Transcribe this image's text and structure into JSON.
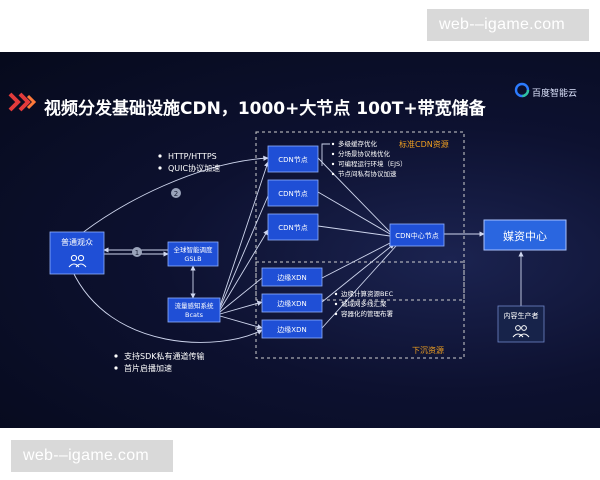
{
  "watermark": {
    "top": "web-–igame.com",
    "bottom": "web-–igame.com"
  },
  "slide": {
    "title": "视频分发基础设施CDN，1000+大节点 100T+带宽储备",
    "brand": "百度智能云"
  },
  "top_notes": [
    "HTTP/HTTPS",
    "QUIC协议加速"
  ],
  "bottom_notes": [
    "支持SDK私有通道传输",
    "首片启播加速"
  ],
  "markers": {
    "one": "1",
    "two": "2"
  },
  "nodes": {
    "viewer": "普通观众",
    "gslb": [
      "全球智能调度",
      "GSLB"
    ],
    "bcats": [
      "流量感知系统",
      "Bcats"
    ],
    "cdn_node": "CDN节点",
    "edge_xdn": "边缘XDN",
    "cdn_center": "CDN中心节点",
    "media_center": "媒资中心",
    "producer": "内容生产者"
  },
  "standard_region": {
    "label": "标准CDN资源",
    "features": [
      "多级缓存优化",
      "分场景协议栈优化",
      "可编程运行环境（EJS）",
      "节点间私有协议加速"
    ]
  },
  "edge_region": {
    "label": "下沉资源",
    "features": [
      "边缘计算资源BEC",
      "城域网多线汇聚",
      "容器化的管理布署"
    ]
  },
  "colors": {
    "node_fill": "#1f4fd6",
    "node_stroke": "#8fb0ff",
    "region_border": "#cfcfcf",
    "region_label": "#f0a020",
    "line": "#cfd6ee",
    "media_fill": "#2a66e0"
  }
}
